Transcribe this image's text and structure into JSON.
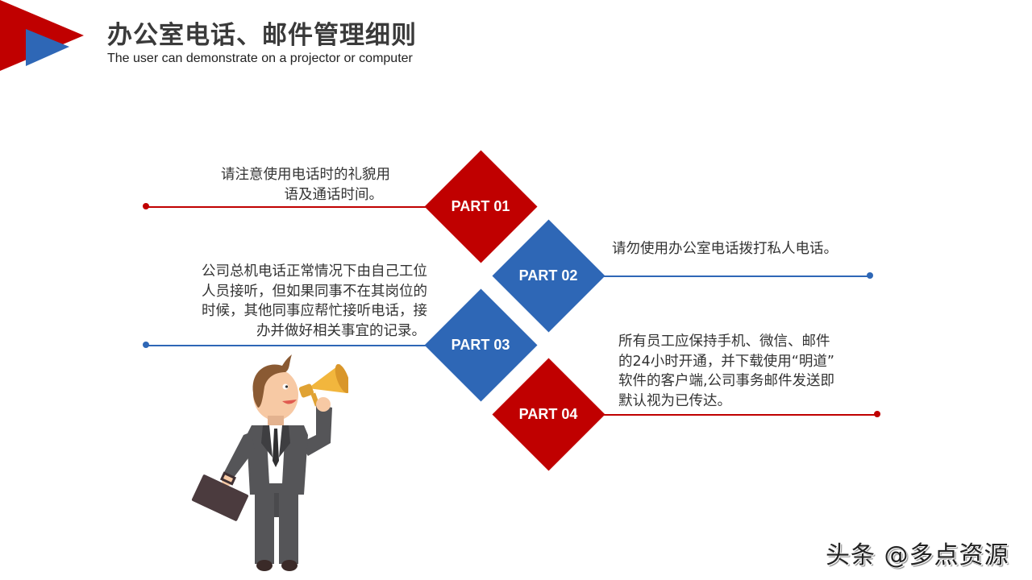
{
  "header": {
    "title": "办公室电话、邮件管理细则",
    "subtitle": "The user can demonstrate on a projector or computer"
  },
  "colors": {
    "red": "#c00000",
    "blue": "#2e67b6",
    "text": "#333333"
  },
  "parts": [
    {
      "label": "PART 01",
      "color": "red",
      "description": "请注意使用电话时的礼貌用\n语及通话时间。"
    },
    {
      "label": "PART 02",
      "color": "blue",
      "description": "请勿使用办公室电话拨打私人电话。"
    },
    {
      "label": "PART 03",
      "color": "blue",
      "description": "公司总机电话正常情况下由自己工位\n人员接听，但如果同事不在其岗位的\n时候，其他同事应帮忙接听电话，接\n办并做好相关事宜的记录。"
    },
    {
      "label": "PART 04",
      "color": "red",
      "description": "所有员工应保持手机、微信、邮件\n的24小时开通，并下载使用“明道”\n软件的客户端,公司事务邮件发送即\n默认视为已传达。"
    }
  ],
  "parts_lines": {
    "p1": [
      "请注意使用电话时的礼貌用",
      "语及通话时间。"
    ],
    "p2": [
      "请勿使用办公室电话拨打私人电话。"
    ],
    "p3": [
      "公司总机电话正常情况下由自己工位",
      "人员接听，但如果同事不在其岗位的",
      "时候，其他同事应帮忙接听电话，接",
      "办并做好相关事宜的记录。"
    ],
    "p4": [
      "所有员工应保持手机、微信、邮件",
      "的24小时开通，并下载使用“明道”",
      "软件的客户端,公司事务邮件发送即",
      "默认视为已传达。"
    ]
  },
  "watermark": "头条 @多点资源"
}
